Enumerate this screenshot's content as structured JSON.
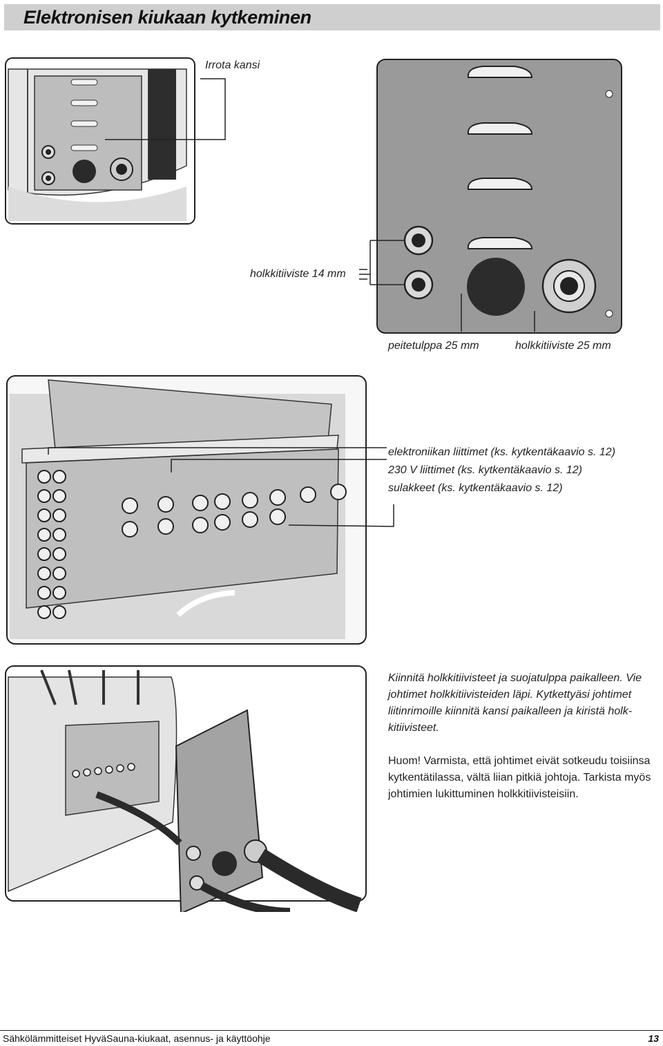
{
  "page": {
    "title": "Elektronisen kiukaan kytkeminen",
    "footer_left": "Sähkölämmitteiset HyväSauna-kiukaat, asennus- ja käyttöohje",
    "page_number": "13"
  },
  "figure1": {
    "label_remove_cover": "Irrota kansi",
    "label_gland_14": "holkkitiiviste 14 mm",
    "label_plug_25": "peitetulppa 25 mm",
    "label_gland_25": "holkkitiiviste 25 mm"
  },
  "figure2": {
    "label_electronics": "elektroniikan liittimet (ks. kytkentäkaavio s. 12)",
    "label_230v": "230 V liittimet (ks. kytkentäkaavio s. 12)",
    "label_fuses": "sulakkeet (ks. kytkentäkaavio s. 12)"
  },
  "instructions": {
    "paragraph1": "Kiinnitä holkkitiivisteet ja suojatulppa paikalleen. Vie johtimet holkkitiivisteiden läpi. Kytkettyäsi johtimet liitinrimoille kiinnitä kansi paikalleen ja kiristä holk-kitiivisteet.",
    "paragraph2": "Huom! Varmista, että johtimet eivät sotkeudu toisiinsa kytkentätilassa, vältä liian pitkiä johtoja. Tarkista myös johtimien lukittuminen holkkitiivisteisiin."
  },
  "colors": {
    "title_bar": "#cfcfcf",
    "panel_gray": "#9a9a9a",
    "metal_light": "#d6d6d6",
    "cable_dark": "#2a2a2a"
  }
}
